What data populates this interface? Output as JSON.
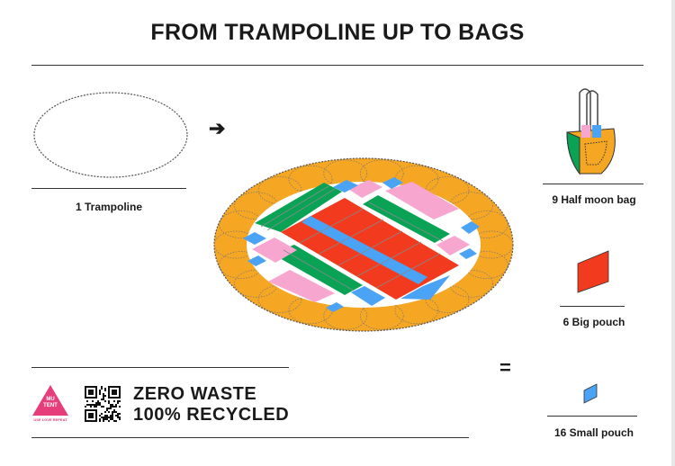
{
  "title": "FROM TRAMPOLINE UP TO BAGS",
  "source": {
    "label": "1 Trampoline"
  },
  "arrow": "➔",
  "equals": "=",
  "products": [
    {
      "label": "9 Half moon bag"
    },
    {
      "label": "6 Big pouch"
    },
    {
      "label": "16 Small pouch"
    }
  ],
  "footer": {
    "line1": "ZERO WASTE",
    "line2": "100% RECYCLED",
    "logo_text": [
      "MU",
      "TENT"
    ],
    "logo_tagline": "USE LOVE REPEAT"
  },
  "colors": {
    "orange": "#f5a623",
    "green": "#0aa356",
    "red": "#f23a1e",
    "blue": "#4aa3f5",
    "pink": "#f7a6d0",
    "brand": "#e63e7a"
  }
}
